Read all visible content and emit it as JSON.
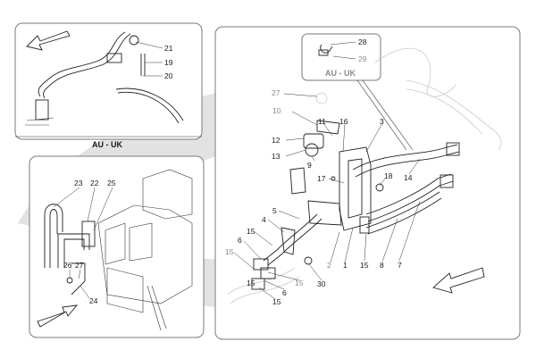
{
  "panels": {
    "top_left": {
      "caption": "AU - UK",
      "labels": [
        "21",
        "19",
        "20"
      ]
    },
    "bottom_left": {
      "labels": [
        "23",
        "22",
        "25",
        "26",
        "27",
        "24"
      ]
    },
    "main": {
      "inset": {
        "caption": "AU - UK",
        "labels": [
          "28",
          "29"
        ]
      },
      "labels": [
        "27",
        "10",
        "11",
        "16",
        "3",
        "12",
        "13",
        "9",
        "14",
        "17",
        "18",
        "5",
        "4",
        "15",
        "6",
        "15",
        "2",
        "1",
        "15",
        "8",
        "7",
        "15",
        "30",
        "15",
        "6",
        "15"
      ]
    }
  },
  "icons": [
    "direction-arrow-icon",
    "direction-arrow-icon",
    "direction-arrow-icon"
  ],
  "colors": {
    "watermark": "#dcdcdc",
    "line": "#222222",
    "panel_border": "#7a7a7a"
  }
}
